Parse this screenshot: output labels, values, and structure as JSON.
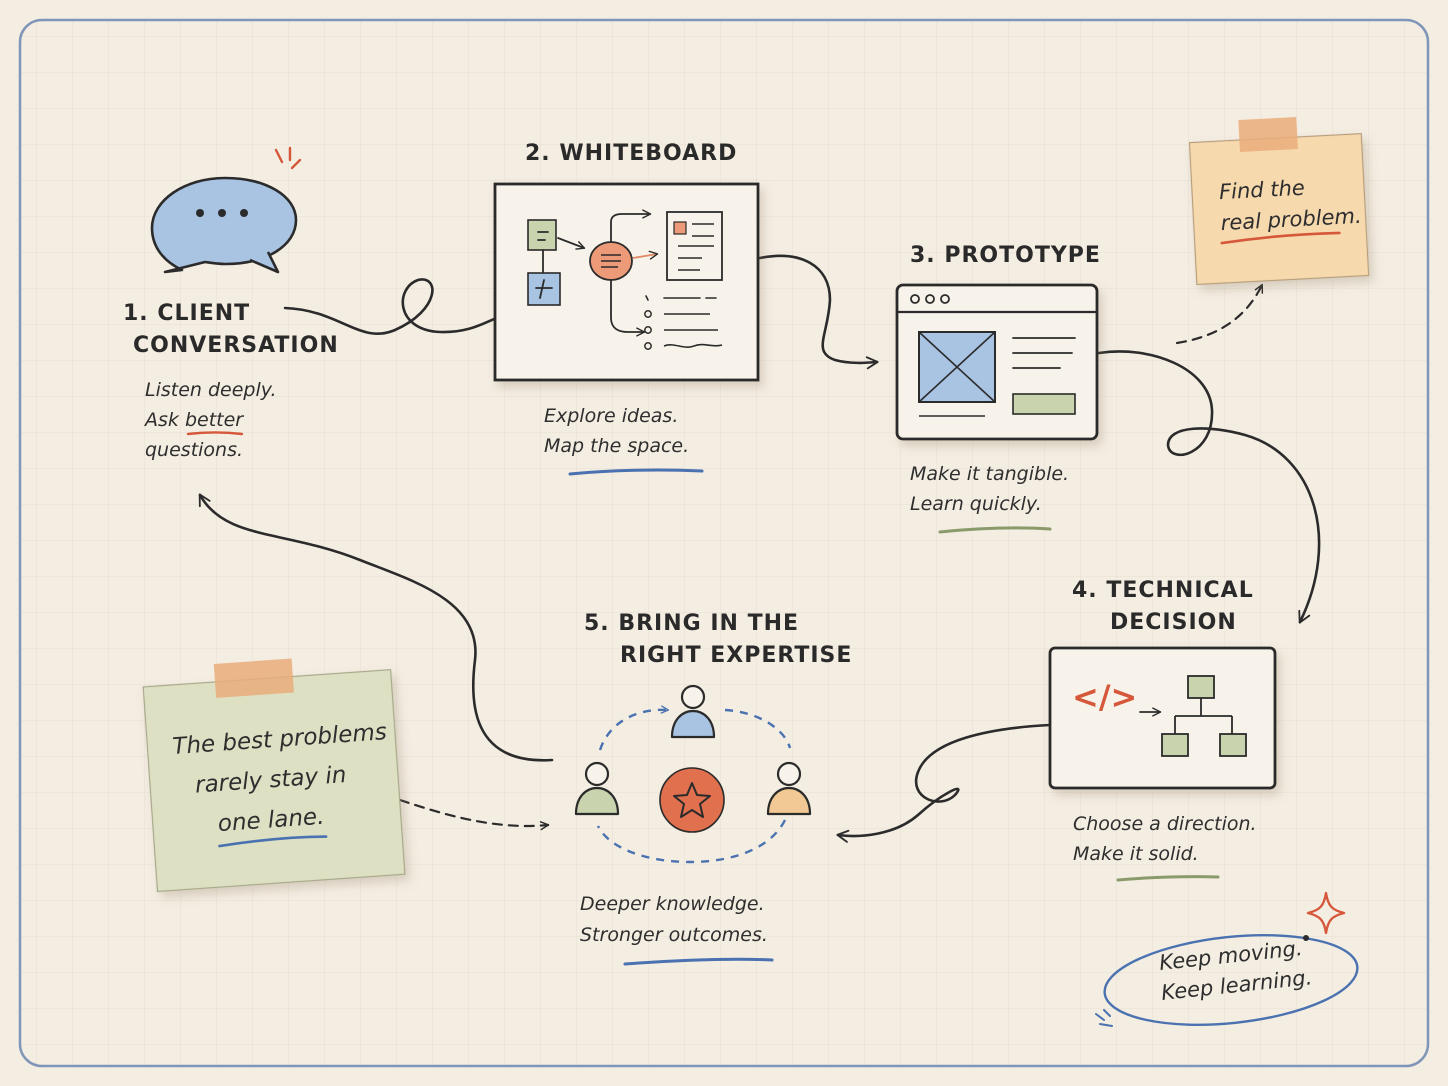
{
  "colors": {
    "background": "#f4ede2",
    "frame": "#7f96b8",
    "ink": "#2b2b2b",
    "blue": "#a9c3e3",
    "orange": "#ec9a77",
    "red": "#d6583a",
    "green": "#c9d3ad",
    "yellow": "#f2c995",
    "note_orange": "#f7d9ae",
    "note_green": "#dee0c4",
    "tape": "#e9ad7a"
  },
  "steps": [
    {
      "number": "1.",
      "title": [
        "CLIENT",
        "CONVERSATION"
      ],
      "caption": [
        "Listen deeply.",
        "Ask",
        "better",
        "questions."
      ],
      "icon": "speech-bubble-icon"
    },
    {
      "number": "2.",
      "title": [
        "WHITEBOARD"
      ],
      "caption": [
        "Explore ideas.",
        "Map the space."
      ],
      "icon": "whiteboard-icon"
    },
    {
      "number": "3.",
      "title": [
        "PROTOTYPE"
      ],
      "caption": [
        "Make it tangible.",
        "Learn quickly."
      ],
      "icon": "browser-wireframe-icon"
    },
    {
      "number": "4.",
      "title": [
        "TECHNICAL",
        "DECISION"
      ],
      "caption": [
        "Choose a direction.",
        "Make it solid."
      ],
      "icon": "code-hierarchy-icon"
    },
    {
      "number": "5.",
      "title": [
        "BRING IN THE",
        "RIGHT EXPERTISE"
      ],
      "caption": [
        "Deeper knowledge.",
        "Stronger outcomes."
      ],
      "icon": "team-expertise-icon"
    }
  ],
  "notes": {
    "top_right": [
      "Find the",
      "real",
      "problem."
    ],
    "bottom_left": [
      "The best problems",
      "rarely stay in",
      "one lane."
    ],
    "bottom_right": [
      "Keep moving.",
      "Keep learning."
    ]
  },
  "code_symbol": "</>"
}
